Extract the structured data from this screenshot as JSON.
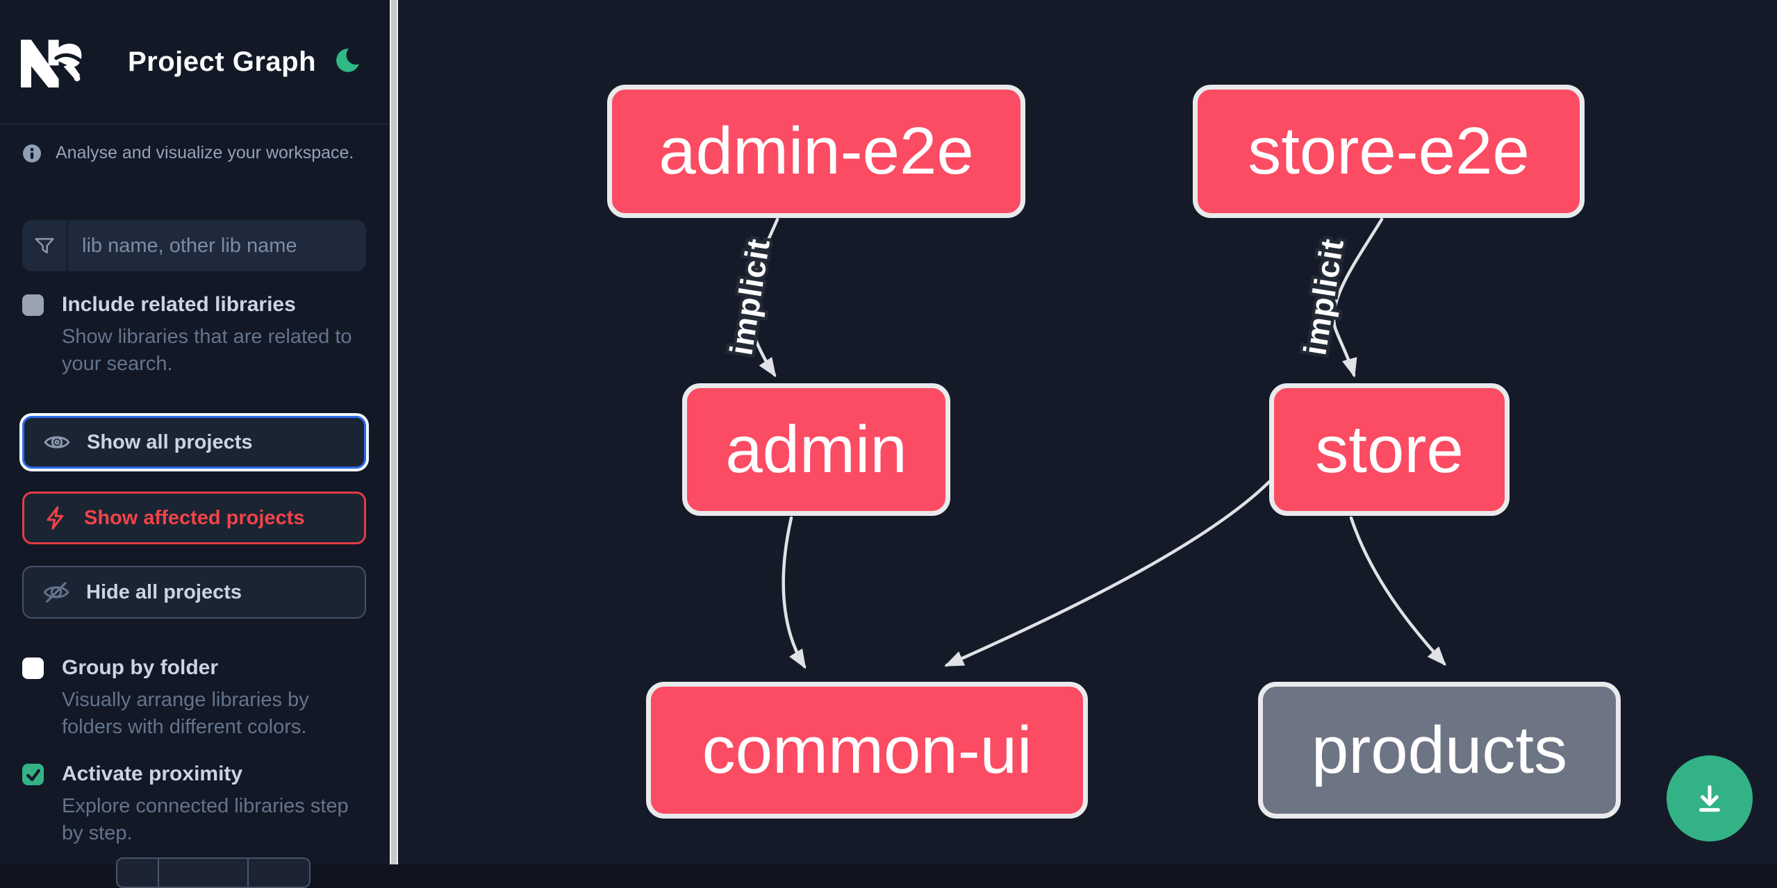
{
  "app": {
    "title": "Project Graph"
  },
  "colors": {
    "sidebar_bg": "#121826",
    "canvas_bg": "#141a28",
    "node_highlighted": "#fb4c63",
    "node_muted": "#6d7584",
    "node_border": "#e9eaec",
    "edge": "#e0e2e5",
    "accent_green": "#33b286",
    "focus_blue": "#2b6bea",
    "affected_red": "#ef4449"
  },
  "sidebar": {
    "tagline": "Analyse and visualize your workspace.",
    "search": {
      "value": "",
      "placeholder": "lib name, other lib name"
    },
    "options": [
      {
        "label": "Include related libraries",
        "description": "Show libraries that are related to your search.",
        "checked": false,
        "style": "gray"
      },
      {
        "label": "Group by folder",
        "description": "Visually arrange libraries by folders with different colors.",
        "checked": false,
        "style": "white"
      },
      {
        "label": "Activate proximity",
        "description": "Explore connected libraries step by step.",
        "checked": true,
        "style": "white"
      }
    ],
    "actions": [
      {
        "label": "Show all projects",
        "state": "focused"
      },
      {
        "label": "Show affected projects",
        "state": "affected"
      },
      {
        "label": "Hide all projects",
        "state": "default"
      }
    ]
  },
  "graph": {
    "nodes": [
      {
        "id": "admin-e2e",
        "label": "admin-e2e",
        "variant": "highlighted"
      },
      {
        "id": "store-e2e",
        "label": "store-e2e",
        "variant": "highlighted"
      },
      {
        "id": "admin",
        "label": "admin",
        "variant": "highlighted"
      },
      {
        "id": "store",
        "label": "store",
        "variant": "highlighted"
      },
      {
        "id": "common-ui",
        "label": "common-ui",
        "variant": "highlighted"
      },
      {
        "id": "products",
        "label": "products",
        "variant": "muted"
      }
    ],
    "edges": [
      {
        "source": "admin-e2e",
        "target": "admin",
        "label": "implicit"
      },
      {
        "source": "store-e2e",
        "target": "store",
        "label": "implicit"
      },
      {
        "source": "admin",
        "target": "common-ui",
        "label": ""
      },
      {
        "source": "store",
        "target": "common-ui",
        "label": ""
      },
      {
        "source": "store",
        "target": "products",
        "label": ""
      }
    ]
  }
}
